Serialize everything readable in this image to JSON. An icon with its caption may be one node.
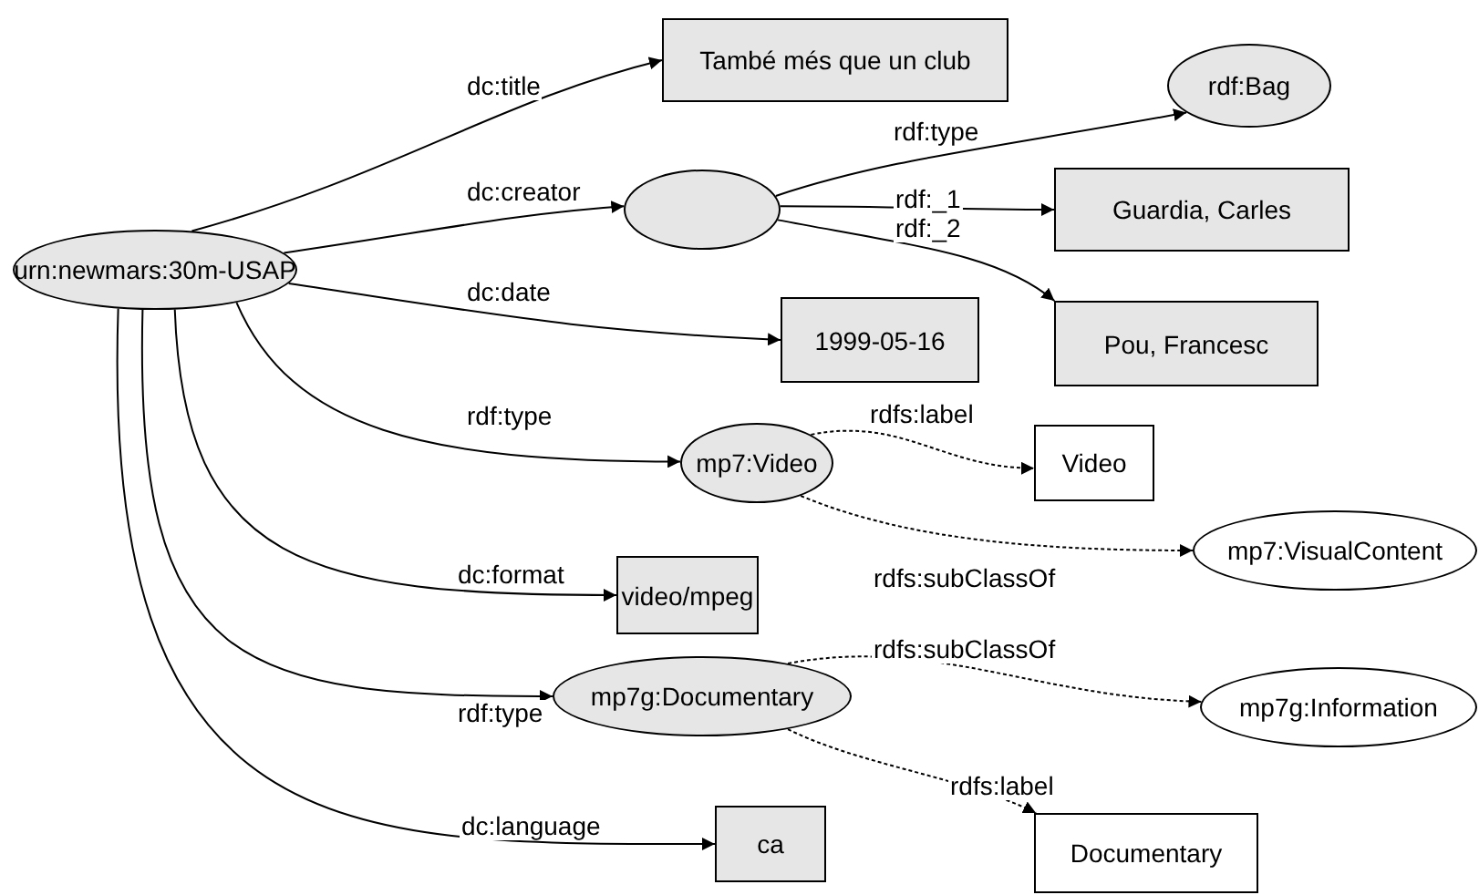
{
  "diagram": {
    "nodes": [
      {
        "text": [
          "urn:newmars:30m-USAP"
        ]
      },
      {
        "text": [
          "També més que un club"
        ]
      },
      {
        "text": [],
        "shape": "ellipse"
      },
      {
        "text": [
          "rdf:Bag"
        ]
      },
      {
        "text": [
          "Guardia, Carles"
        ]
      },
      {
        "text": [
          "Pou, Francesc"
        ]
      },
      {
        "text": [
          "1999-05-16"
        ]
      },
      {
        "text": [
          "mp7:Video"
        ]
      },
      {
        "text": [
          "Video"
        ]
      },
      {
        "text": [
          "mp7:VisualContent"
        ]
      },
      {
        "text": [
          "video/mpeg"
        ]
      },
      {
        "text": [
          "mp7g:Documentary"
        ]
      },
      {
        "text": [
          "mp7g:Information"
        ]
      },
      {
        "text": [
          "ca"
        ]
      },
      {
        "text": [
          "Documentary"
        ]
      }
    ],
    "edges": [
      {
        "from": 0,
        "to": 1,
        "arrow": "to",
        "label": "dc:title"
      },
      {
        "from": 0,
        "to": 2,
        "arrow": "to",
        "label": "dc:creator"
      },
      {
        "from": 0,
        "to": 6,
        "arrow": "to",
        "label": "dc:date"
      },
      {
        "from": 0,
        "to": 7,
        "arrow": "to",
        "label": "rdf:type"
      },
      {
        "from": 0,
        "to": 10,
        "arrow": "to",
        "label": "dc:format"
      },
      {
        "from": 0,
        "to": 11,
        "arrow": "to",
        "label": "rdf:type"
      },
      {
        "from": 0,
        "to": 13,
        "arrow": "to",
        "label": "dc:language"
      },
      {
        "from": 2,
        "to": 3,
        "arrow": "to",
        "label": "rdf:type"
      },
      {
        "from": 2,
        "to": 4,
        "arrow": "to",
        "label": "rdf:_1"
      },
      {
        "from": 2,
        "to": 5,
        "arrow": "to",
        "label": "rdf:_2"
      },
      {
        "from": 7,
        "to": 8,
        "arrow": "to",
        "label": "rdfs:label",
        "style": "dashed"
      },
      {
        "from": 7,
        "to": 9,
        "arrow": "to",
        "label": "rdfs:subClassOf",
        "style": "dashed"
      },
      {
        "from": 11,
        "to": 12,
        "arrow": "to",
        "label": "rdfs:subClassOf",
        "style": "dashed"
      },
      {
        "from": 11,
        "to": 14,
        "arrow": "to",
        "label": "rdfs:label",
        "style": "dashed"
      }
    ]
  }
}
